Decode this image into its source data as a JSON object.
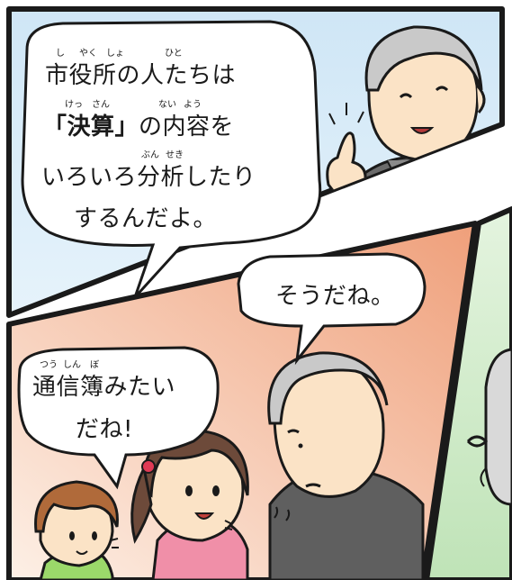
{
  "panel_top": {
    "speech": {
      "line1": {
        "text": "市役所の人たちは",
        "ruby": [
          "し",
          "やく",
          "しょ",
          "ひと"
        ]
      },
      "line2": {
        "text_bold": "「決算」",
        "text": "の内容を",
        "ruby": [
          "けっ",
          "さん",
          "ない",
          "よう"
        ]
      },
      "line3": {
        "text": "いろいろ分析したり",
        "ruby": [
          "ぶん",
          "せき"
        ]
      },
      "line4": {
        "text": "するんだよ。"
      }
    }
  },
  "panel_middle": {
    "speech_father": {
      "text": "そうだね。"
    },
    "speech_girl": {
      "line1": {
        "text": "通信簿みたい",
        "ruby": [
          "つう",
          "しん",
          "ぼ"
        ]
      },
      "line2": {
        "text": "だね!"
      }
    }
  },
  "colors": {
    "panel_blue": "#d7ecf8",
    "panel_peach": "#f2c1a6",
    "panel_green": "#cfe9c8",
    "outline": "#1a1a1a"
  },
  "icons": {
    "old_man": "old-man-character",
    "father": "father-character",
    "girl": "girl-character",
    "boy": "boy-character"
  }
}
